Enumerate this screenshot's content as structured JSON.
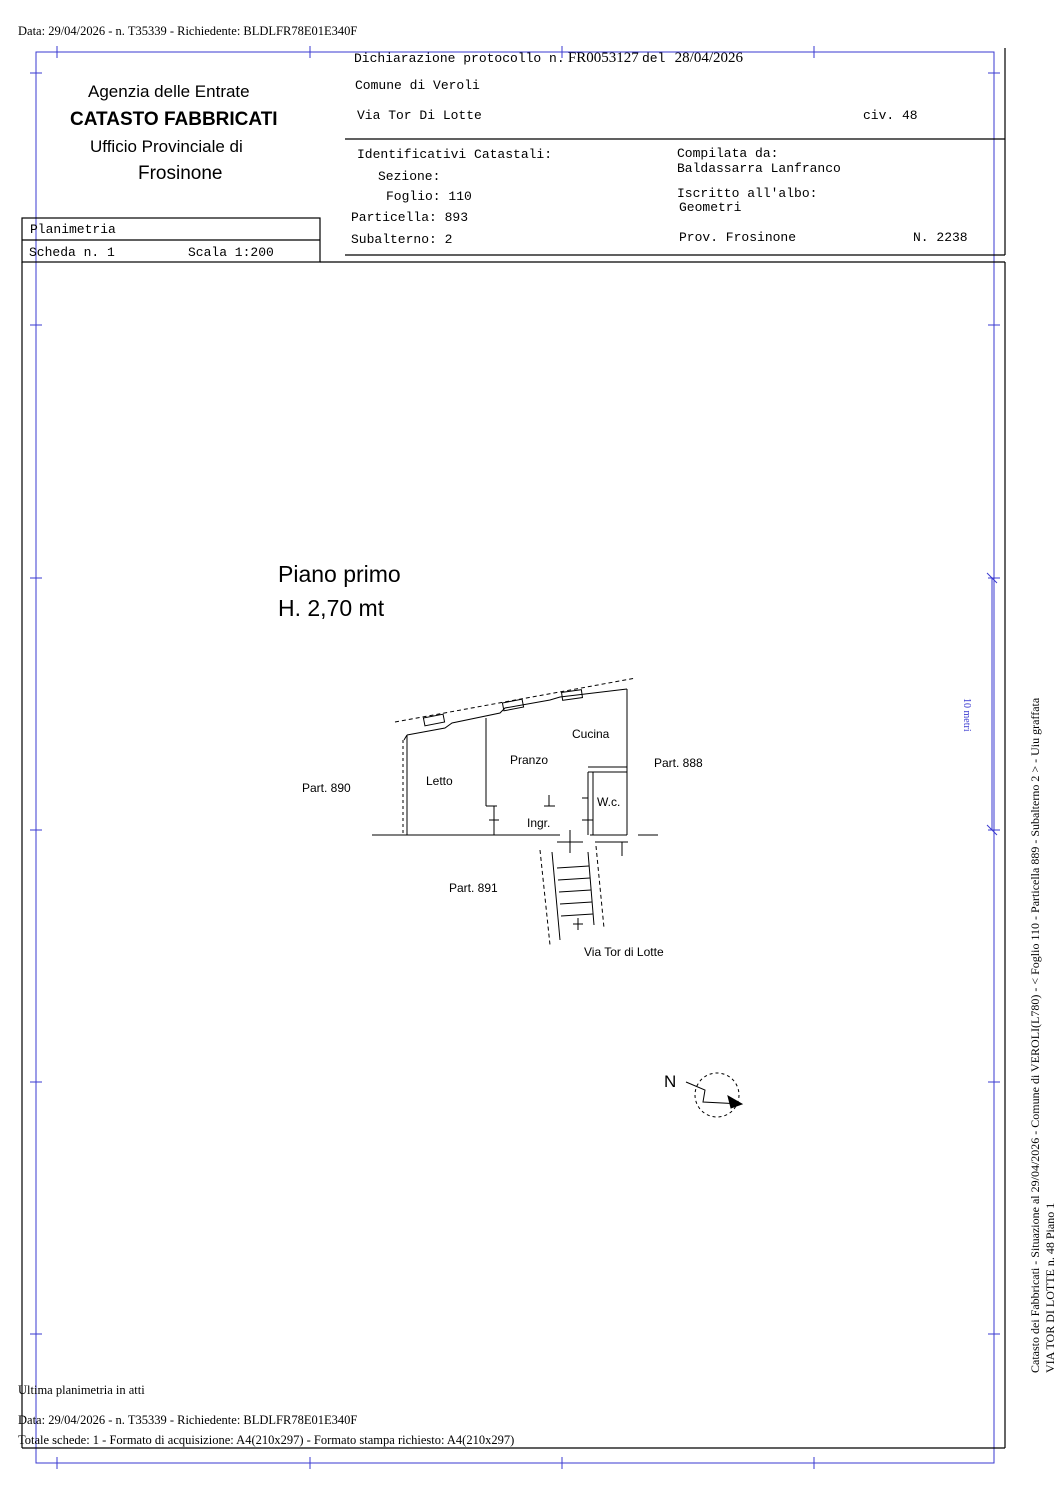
{
  "top_meta": "Data: 29/04/2026 - n. T35339 - Richiedente: BLDLFR78E01E340F",
  "agency": {
    "line1": "Agenzia delle Entrate",
    "line2": "CATASTO FABBRICATI",
    "line3": "Ufficio Provinciale di",
    "line4": "Frosinone"
  },
  "declaration": {
    "label": "Dichiarazione protocollo n.",
    "number": "FR0053127",
    "del_label": "del",
    "date": "28/04/2026"
  },
  "comune": "Comune di Veroli",
  "address": {
    "street": "Via Tor Di Lotte",
    "civ": "civ. 48"
  },
  "identificativi": {
    "title": "Identificativi Catastali:",
    "sezione": "Sezione:",
    "foglio": "Foglio: 110",
    "particella": "Particella: 893",
    "subalterno": "Subalterno: 2"
  },
  "compilata": {
    "label": "Compilata da:",
    "name": "Baldassarra Lanfranco",
    "albo_label": "Iscritto all'albo:",
    "albo": "Geometri",
    "prov": "Prov. Frosinone",
    "number": "N. 2238"
  },
  "planimetria": {
    "title": "Planimetria",
    "scheda": "Scheda n. 1",
    "scala": "Scala 1:200"
  },
  "plan": {
    "floor": "Piano primo",
    "height": "H. 2,70 mt",
    "rooms": {
      "letto": "Letto",
      "pranzo": "Pranzo",
      "cucina": "Cucina",
      "wc": "W.c.",
      "ingr": "Ingr."
    },
    "neighbors": {
      "p890": "Part. 890",
      "p888": "Part. 888",
      "p891": "Part. 891"
    },
    "street": "Via Tor di Lotte",
    "north": "N"
  },
  "side_text": {
    "line1": "Catasto dei Fabbricati - Situazione al 29/04/2026 - Comune di VEROLI(L780) - < Foglio 110 - Particella 889 - Subalterno 2 > - Uiu graffata",
    "line2": "VIA TOR DI LOTTE n. 48 Piano 1",
    "scale_mark": "10 metri"
  },
  "footer": {
    "ultima": "Ultima planimetria in atti",
    "meta": "Data: 29/04/2026 - n. T35339 - Richiedente: BLDLFR78E01E340F",
    "totale": "Totale schede: 1 - Formato di acquisizione: A4(210x297)  - Formato stampa richiesto: A4(210x297)"
  },
  "colors": {
    "frame": "#3a3ad0",
    "ink": "#000000"
  }
}
